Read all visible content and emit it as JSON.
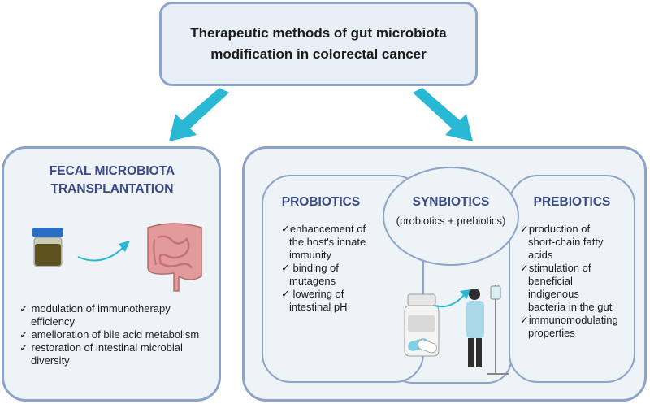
{
  "title": {
    "line1": "Therapeutic methods of gut microbiota",
    "line2": "modification in colorectal cancer"
  },
  "fmt": {
    "heading_line1": "FECAL MICROBIOTA",
    "heading_line2": "TRANSPLANTATION",
    "items": [
      "✓ modulation of immunotherapy",
      "efficiency",
      "✓ amelioration of bile acid metabolism",
      "✓ restoration of intestinal microbial",
      "diversity"
    ]
  },
  "probiotics": {
    "heading": "PROBIOTICS",
    "items": [
      "✓enhancement of",
      "the host's innate",
      "immunity",
      "✓ binding of",
      "mutagens",
      "✓ lowering of",
      "intestinal pH"
    ]
  },
  "synbiotics": {
    "heading": "SYNBIOTICS",
    "subtitle": "(probiotics + prebiotics)"
  },
  "prebiotics": {
    "heading": "PREBIOTICS",
    "items": [
      "✓production of",
      "short-chain fatty",
      "acids",
      "✓stimulation of",
      "beneficial",
      "indigenous",
      "bacteria in the gut",
      "✓immunomodulating",
      "properties"
    ]
  },
  "colors": {
    "border": "#8ea3c9",
    "box_fill": "#eef3f8",
    "heading": "#3b4a86",
    "arrow": "#29b8d4"
  }
}
